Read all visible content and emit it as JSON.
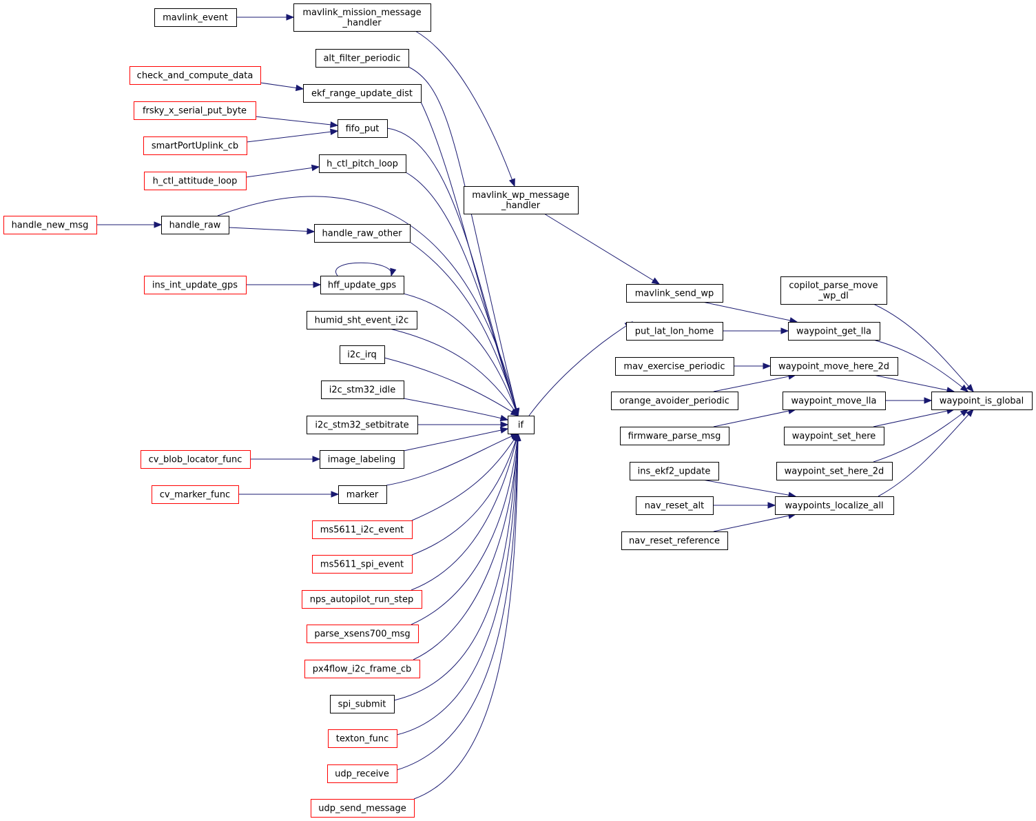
{
  "colors": {
    "edge": "#191970",
    "border_normal": "#000000",
    "border_truncated": "#ff0000",
    "target_fill": "#bfbfbf"
  },
  "nodes": {
    "mavlink_event": {
      "lines": [
        "mavlink_event"
      ],
      "kind": "normal"
    },
    "mavlink_mission_message_handler": {
      "lines": [
        "mavlink_mission_message",
        "_handler"
      ],
      "kind": "normal"
    },
    "alt_filter_periodic": {
      "lines": [
        "alt_filter_periodic"
      ],
      "kind": "normal"
    },
    "check_and_compute_data": {
      "lines": [
        "check_and_compute_data"
      ],
      "kind": "truncated"
    },
    "ekf_range_update_dist": {
      "lines": [
        "ekf_range_update_dist"
      ],
      "kind": "normal"
    },
    "frsky_x_serial_put_byte": {
      "lines": [
        "frsky_x_serial_put_byte"
      ],
      "kind": "truncated"
    },
    "fifo_put": {
      "lines": [
        "fifo_put"
      ],
      "kind": "normal"
    },
    "smartPortUplink_cb": {
      "lines": [
        "smartPortUplink_cb"
      ],
      "kind": "truncated"
    },
    "h_ctl_pitch_loop": {
      "lines": [
        "h_ctl_pitch_loop"
      ],
      "kind": "normal"
    },
    "h_ctl_attitude_loop": {
      "lines": [
        "h_ctl_attitude_loop"
      ],
      "kind": "truncated"
    },
    "handle_new_msg": {
      "lines": [
        "handle_new_msg"
      ],
      "kind": "truncated"
    },
    "handle_raw": {
      "lines": [
        "handle_raw"
      ],
      "kind": "normal"
    },
    "handle_raw_other": {
      "lines": [
        "handle_raw_other"
      ],
      "kind": "normal"
    },
    "ins_int_update_gps": {
      "lines": [
        "ins_int_update_gps"
      ],
      "kind": "truncated"
    },
    "hff_update_gps": {
      "lines": [
        "hff_update_gps"
      ],
      "kind": "normal"
    },
    "humid_sht_event_i2c": {
      "lines": [
        "humid_sht_event_i2c"
      ],
      "kind": "normal"
    },
    "i2c_irq": {
      "lines": [
        "i2c_irq"
      ],
      "kind": "normal"
    },
    "i2c_stm32_idle": {
      "lines": [
        "i2c_stm32_idle"
      ],
      "kind": "normal"
    },
    "i2c_stm32_setbitrate": {
      "lines": [
        "i2c_stm32_setbitrate"
      ],
      "kind": "normal"
    },
    "cv_blob_locator_func": {
      "lines": [
        "cv_blob_locator_func"
      ],
      "kind": "truncated"
    },
    "image_labeling": {
      "lines": [
        "image_labeling"
      ],
      "kind": "normal"
    },
    "cv_marker_func": {
      "lines": [
        "cv_marker_func"
      ],
      "kind": "truncated"
    },
    "marker": {
      "lines": [
        "marker"
      ],
      "kind": "normal"
    },
    "ms5611_i2c_event": {
      "lines": [
        "ms5611_i2c_event"
      ],
      "kind": "truncated"
    },
    "ms5611_spi_event": {
      "lines": [
        "ms5611_spi_event"
      ],
      "kind": "truncated"
    },
    "nps_autopilot_run_step": {
      "lines": [
        "nps_autopilot_run_step"
      ],
      "kind": "truncated"
    },
    "parse_xsens700_msg": {
      "lines": [
        "parse_xsens700_msg"
      ],
      "kind": "truncated"
    },
    "px4flow_i2c_frame_cb": {
      "lines": [
        "px4flow_i2c_frame_cb"
      ],
      "kind": "truncated"
    },
    "spi_submit": {
      "lines": [
        "spi_submit"
      ],
      "kind": "normal"
    },
    "texton_func": {
      "lines": [
        "texton_func"
      ],
      "kind": "truncated"
    },
    "udp_receive": {
      "lines": [
        "udp_receive"
      ],
      "kind": "truncated"
    },
    "udp_send_message": {
      "lines": [
        "udp_send_message"
      ],
      "kind": "truncated"
    },
    "if": {
      "lines": [
        "if"
      ],
      "kind": "normal"
    },
    "mavlink_wp_message_handler": {
      "lines": [
        "mavlink_wp_message",
        "_handler"
      ],
      "kind": "normal"
    },
    "mavlink_send_wp": {
      "lines": [
        "mavlink_send_wp"
      ],
      "kind": "normal"
    },
    "put_lat_lon_home": {
      "lines": [
        "put_lat_lon_home"
      ],
      "kind": "normal"
    },
    "mav_exercise_periodic": {
      "lines": [
        "mav_exercise_periodic"
      ],
      "kind": "normal"
    },
    "orange_avoider_periodic": {
      "lines": [
        "orange_avoider_periodic"
      ],
      "kind": "normal"
    },
    "firmware_parse_msg": {
      "lines": [
        "firmware_parse_msg"
      ],
      "kind": "normal"
    },
    "ins_ekf2_update": {
      "lines": [
        "ins_ekf2_update"
      ],
      "kind": "normal"
    },
    "nav_reset_alt": {
      "lines": [
        "nav_reset_alt"
      ],
      "kind": "normal"
    },
    "nav_reset_reference": {
      "lines": [
        "nav_reset_reference"
      ],
      "kind": "normal"
    },
    "copilot_parse_move_wp_dl": {
      "lines": [
        "copilot_parse_move",
        "_wp_dl"
      ],
      "kind": "normal"
    },
    "waypoint_get_lla": {
      "lines": [
        "waypoint_get_lla"
      ],
      "kind": "normal"
    },
    "waypoint_move_here_2d": {
      "lines": [
        "waypoint_move_here_2d"
      ],
      "kind": "normal"
    },
    "waypoint_move_lla": {
      "lines": [
        "waypoint_move_lla"
      ],
      "kind": "normal"
    },
    "waypoint_set_here": {
      "lines": [
        "waypoint_set_here"
      ],
      "kind": "normal"
    },
    "waypoint_set_here_2d": {
      "lines": [
        "waypoint_set_here_2d"
      ],
      "kind": "normal"
    },
    "waypoints_localize_all": {
      "lines": [
        "waypoints_localize_all"
      ],
      "kind": "normal"
    },
    "waypoint_is_global": {
      "lines": [
        "waypoint_is_global"
      ],
      "kind": "target"
    }
  },
  "edges": [
    [
      "mavlink_event",
      "mavlink_mission_message_handler"
    ],
    [
      "mavlink_mission_message_handler",
      "mavlink_wp_message_handler"
    ],
    [
      "check_and_compute_data",
      "ekf_range_update_dist"
    ],
    [
      "frsky_x_serial_put_byte",
      "fifo_put"
    ],
    [
      "smartPortUplink_cb",
      "fifo_put"
    ],
    [
      "h_ctl_attitude_loop",
      "h_ctl_pitch_loop"
    ],
    [
      "handle_new_msg",
      "handle_raw"
    ],
    [
      "handle_raw",
      "handle_raw_other"
    ],
    [
      "ins_int_update_gps",
      "hff_update_gps"
    ],
    [
      "hff_update_gps",
      "hff_update_gps"
    ],
    [
      "cv_blob_locator_func",
      "image_labeling"
    ],
    [
      "cv_marker_func",
      "marker"
    ],
    [
      "alt_filter_periodic",
      "if"
    ],
    [
      "ekf_range_update_dist",
      "if"
    ],
    [
      "fifo_put",
      "if"
    ],
    [
      "h_ctl_pitch_loop",
      "if"
    ],
    [
      "handle_raw",
      "if"
    ],
    [
      "handle_raw_other",
      "if"
    ],
    [
      "hff_update_gps",
      "if"
    ],
    [
      "humid_sht_event_i2c",
      "if"
    ],
    [
      "i2c_irq",
      "if"
    ],
    [
      "i2c_stm32_idle",
      "if"
    ],
    [
      "i2c_stm32_setbitrate",
      "if"
    ],
    [
      "image_labeling",
      "if"
    ],
    [
      "marker",
      "if"
    ],
    [
      "ms5611_i2c_event",
      "if"
    ],
    [
      "ms5611_spi_event",
      "if"
    ],
    [
      "nps_autopilot_run_step",
      "if"
    ],
    [
      "parse_xsens700_msg",
      "if"
    ],
    [
      "px4flow_i2c_frame_cb",
      "if"
    ],
    [
      "spi_submit",
      "if"
    ],
    [
      "texton_func",
      "if"
    ],
    [
      "udp_receive",
      "if"
    ],
    [
      "udp_send_message",
      "if"
    ],
    [
      "if",
      "put_lat_lon_home"
    ],
    [
      "mavlink_wp_message_handler",
      "mavlink_send_wp"
    ],
    [
      "mavlink_send_wp",
      "waypoint_get_lla"
    ],
    [
      "put_lat_lon_home",
      "waypoint_get_lla"
    ],
    [
      "mav_exercise_periodic",
      "waypoint_move_here_2d"
    ],
    [
      "orange_avoider_periodic",
      "waypoint_move_here_2d"
    ],
    [
      "firmware_parse_msg",
      "waypoint_move_lla"
    ],
    [
      "ins_ekf2_update",
      "waypoints_localize_all"
    ],
    [
      "nav_reset_alt",
      "waypoints_localize_all"
    ],
    [
      "nav_reset_reference",
      "waypoints_localize_all"
    ],
    [
      "copilot_parse_move_wp_dl",
      "waypoint_is_global"
    ],
    [
      "waypoint_get_lla",
      "waypoint_is_global"
    ],
    [
      "waypoint_move_here_2d",
      "waypoint_is_global"
    ],
    [
      "waypoint_move_lla",
      "waypoint_is_global"
    ],
    [
      "waypoint_set_here",
      "waypoint_is_global"
    ],
    [
      "waypoint_set_here_2d",
      "waypoint_is_global"
    ],
    [
      "waypoints_localize_all",
      "waypoint_is_global"
    ]
  ]
}
